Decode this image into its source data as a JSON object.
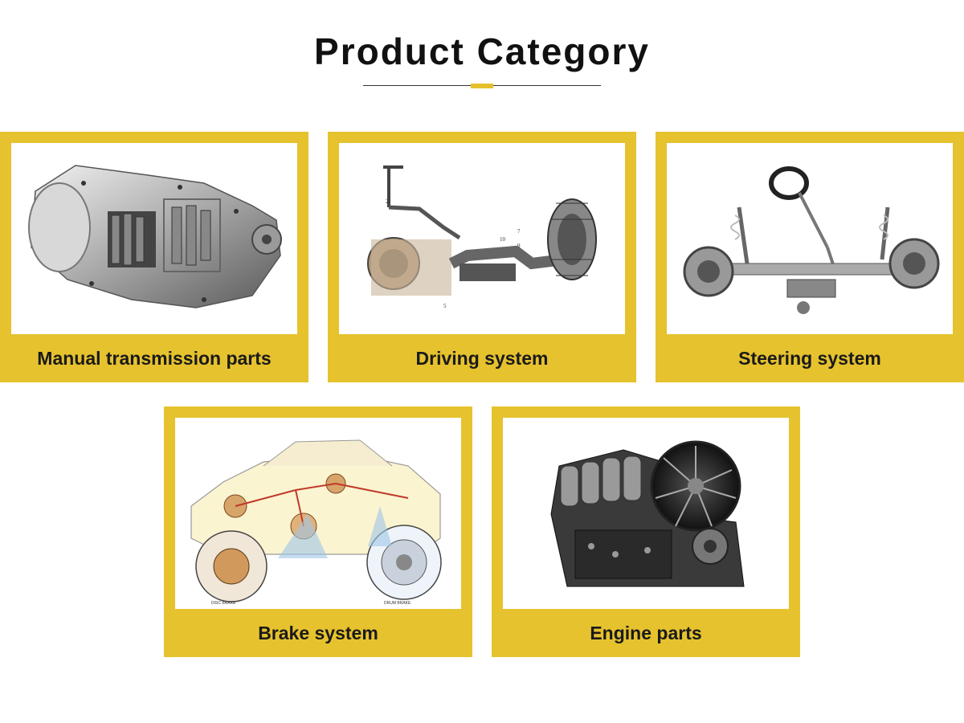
{
  "page": {
    "title": "Product Category",
    "accent_color": "#e6c22e"
  },
  "categories": [
    {
      "label": "Manual transmission parts",
      "icon": "transmission-image"
    },
    {
      "label": "Driving system",
      "icon": "drive-axle-image"
    },
    {
      "label": "Steering system",
      "icon": "steering-system-image"
    },
    {
      "label": "Brake system",
      "icon": "brake-system-diagram-image"
    },
    {
      "label": "Engine parts",
      "icon": "engine-image"
    }
  ]
}
